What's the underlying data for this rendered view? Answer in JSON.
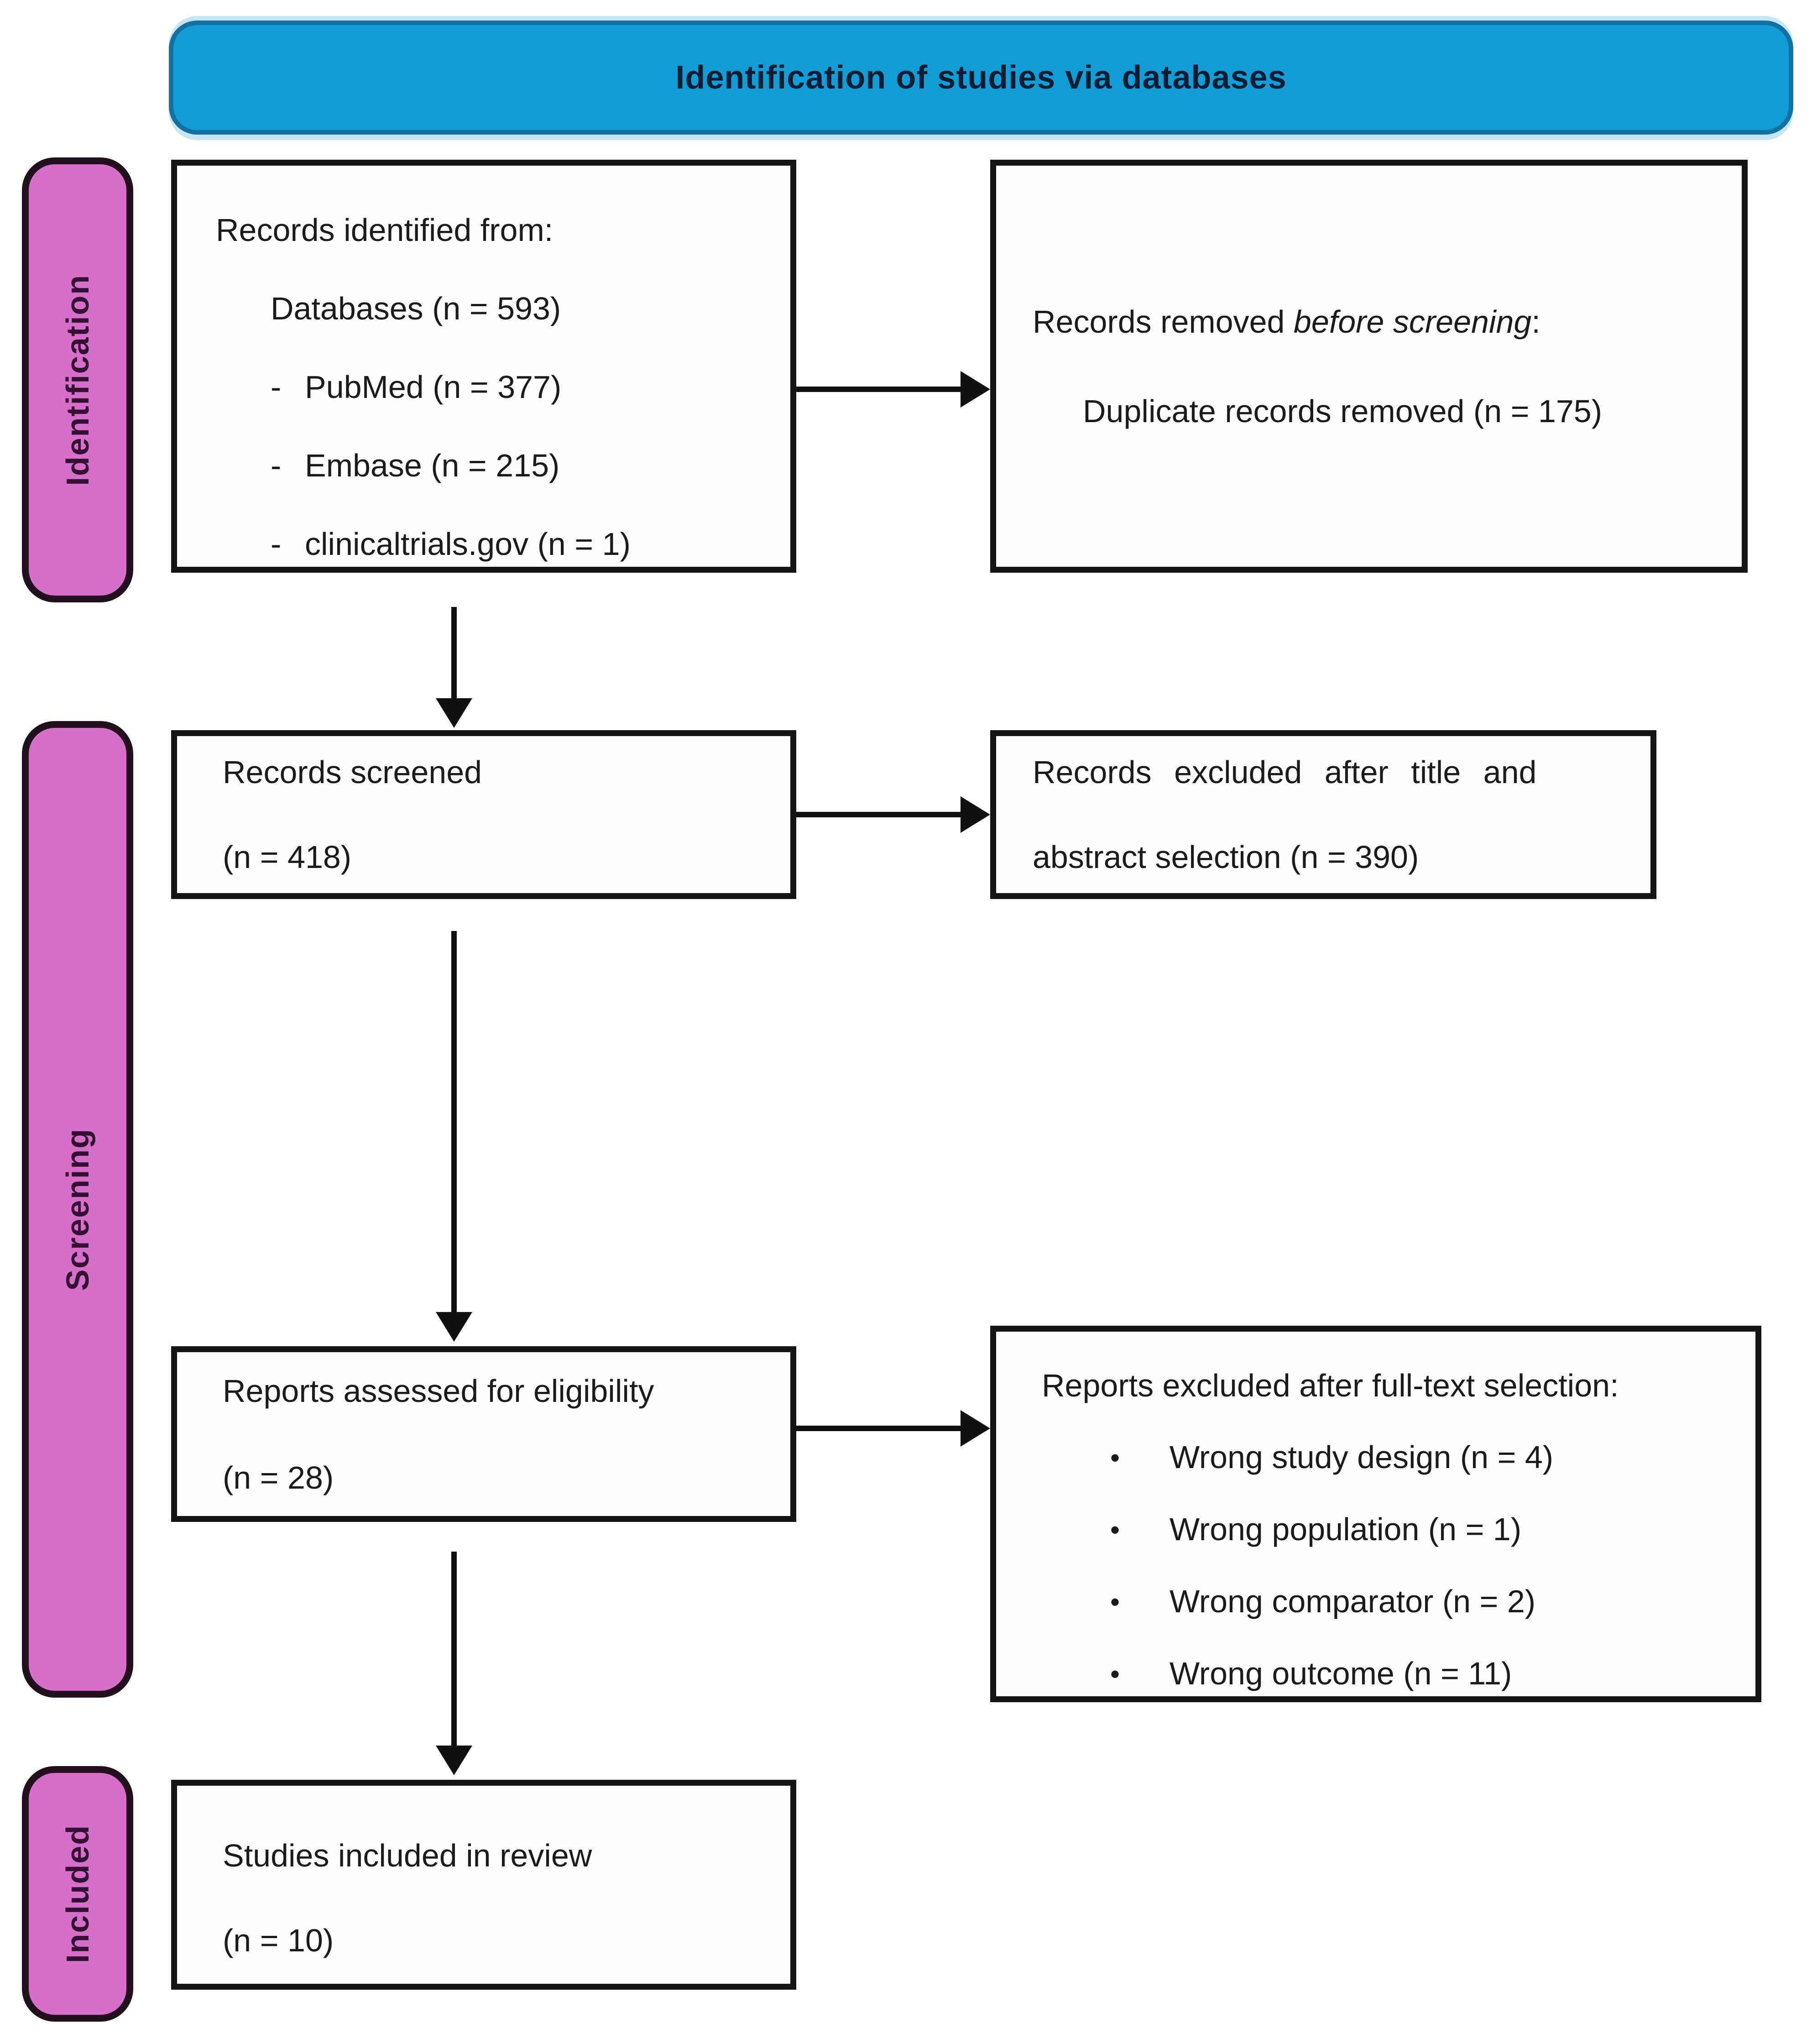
{
  "diagram": {
    "banner": {
      "title": "Identification of studies via databases"
    },
    "stages": {
      "identification": "Identification",
      "screening": "Screening",
      "included": "Included"
    },
    "boxes": {
      "identified": {
        "title": "Records identified from:",
        "subtitle": "Databases (n = 593)",
        "dash": "-",
        "items": [
          "PubMed (n = 377)",
          "Embase (n = 215)",
          "clinicaltrials.gov (n = 1)"
        ]
      },
      "removed": {
        "line1_prefix": "Records removed ",
        "line1_italic": "before screening",
        "line1_suffix": ":",
        "line2": "Duplicate records removed (n = 175)"
      },
      "screened": {
        "title": "Records screened",
        "count": "(n = 418)"
      },
      "excluded_title_abstract": {
        "line1": "Records excluded after title and",
        "line2": "abstract selection (n = 390)"
      },
      "assessed": {
        "title": "Reports assessed for eligibility",
        "count": "(n = 28)"
      },
      "excluded_fulltext": {
        "title": "Reports excluded after full-text selection:",
        "bullet": "•",
        "items": [
          "Wrong study design (n = 4)",
          "Wrong population (n = 1)",
          "Wrong comparator (n = 2)",
          "Wrong outcome (n = 11)"
        ]
      },
      "included_studies": {
        "title": "Studies included in review",
        "count": "(n = 10)"
      }
    },
    "colors": {
      "banner_bg": "#129DD6",
      "banner_border": "#1470A0",
      "banner_text": "#0A1E33",
      "stage_bg": "#D56FC9",
      "stage_border": "#22101F",
      "stage_text": "#341031",
      "box_border": "#151515",
      "box_bg": "#FEFEFE",
      "text": "#1B1B1B",
      "arrow": "#111111"
    }
  }
}
